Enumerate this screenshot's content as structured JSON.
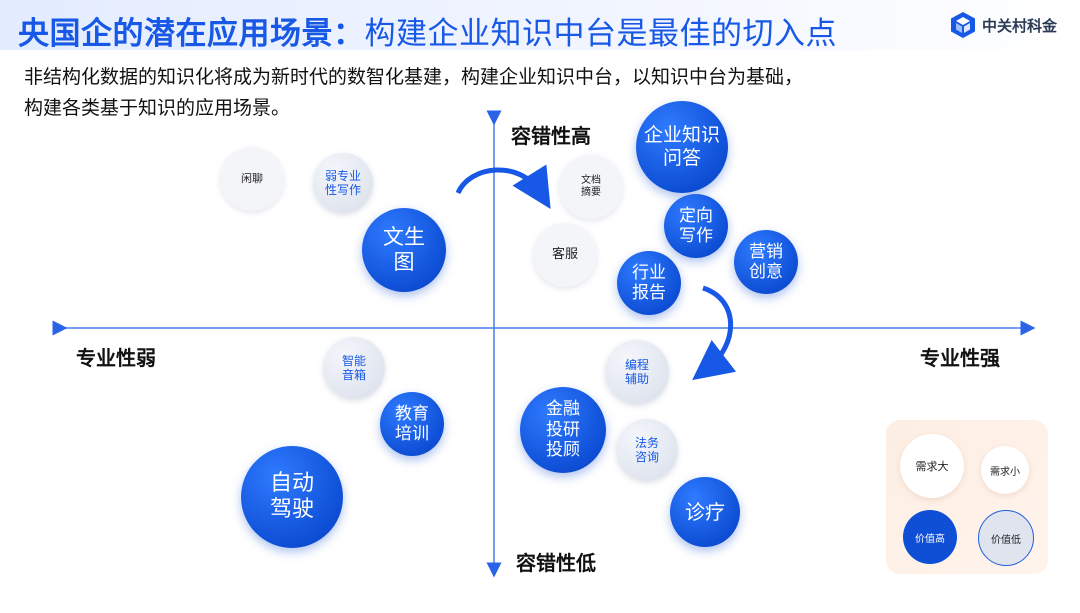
{
  "title": {
    "main": "央国企的潜在应用场景：",
    "sub": "构建企业知识中台是最佳的切入点"
  },
  "brand": {
    "name": "中关村科金",
    "icon": "cube-logo-icon",
    "color": "#1758e6"
  },
  "description": {
    "line1": "非结构化数据的知识化将成为新时代的数智化基建，构建企业知识中台，以知识中台为基础，",
    "line2": "构建各类基于知识的应用场景。"
  },
  "axes": {
    "top": "容错性高",
    "bottom": "容错性低",
    "left": "专业性弱",
    "right": "专业性强"
  },
  "bubbles": [
    {
      "label": "闲聊",
      "style": "white"
    },
    {
      "label": "弱专业\n性写作",
      "style": "light"
    },
    {
      "label": "文生\n图",
      "style": "dark"
    },
    {
      "label": "文档\n摘要",
      "style": "white"
    },
    {
      "label": "企业知识\n问答",
      "style": "dark"
    },
    {
      "label": "客服",
      "style": "white"
    },
    {
      "label": "定向\n写作",
      "style": "dark"
    },
    {
      "label": "营销\n创意",
      "style": "dark"
    },
    {
      "label": "行业\n报告",
      "style": "dark"
    },
    {
      "label": "智能\n音箱",
      "style": "light"
    },
    {
      "label": "教育\n培训",
      "style": "dark"
    },
    {
      "label": "自动\n驾驶",
      "style": "dark"
    },
    {
      "label": "编程\n辅助",
      "style": "light"
    },
    {
      "label": "金融\n投研\n投顾",
      "style": "dark"
    },
    {
      "label": "法务\n咨询",
      "style": "light"
    },
    {
      "label": "诊疗",
      "style": "dark"
    }
  ],
  "legend": {
    "large": "需求大",
    "small": "需求小",
    "high": "价值高",
    "low": "价值低"
  },
  "colors": {
    "accent": "#1758e6",
    "dark_bubble": "#0e4fd6",
    "light_bubble": "#dfe4ee"
  }
}
